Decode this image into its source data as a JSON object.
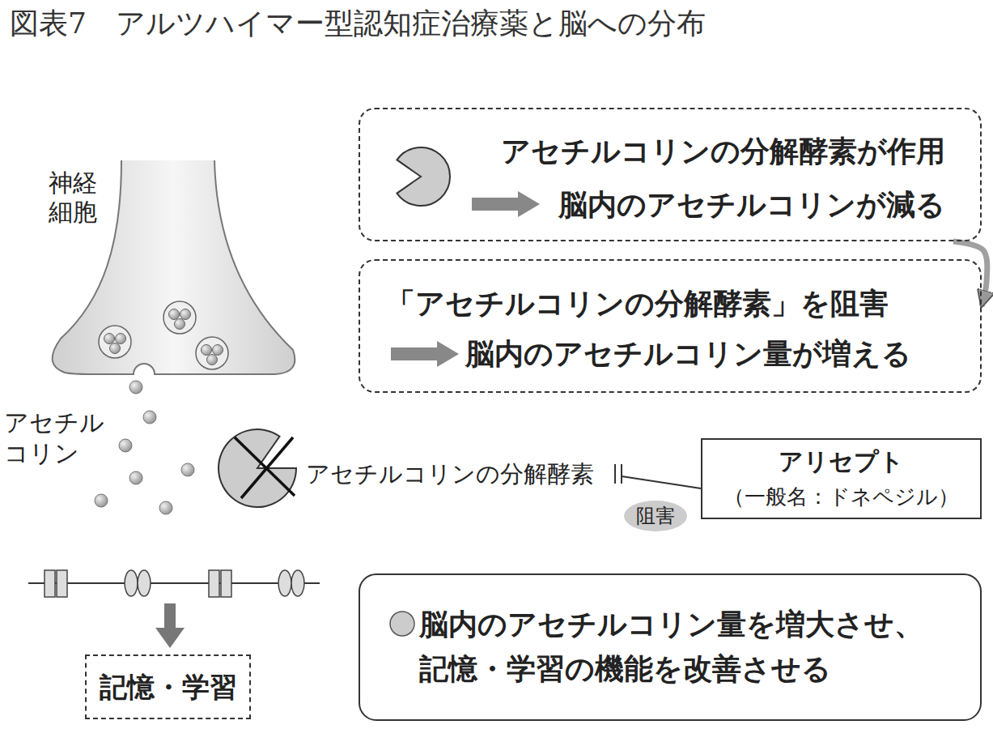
{
  "diagram": {
    "title": "図表7　アルツハイマー型認知症治療薬と脳への分布",
    "nodes": [
      {
        "text": [
          "アセチルコリンの分解酵素が作用",
          "脳内のアセチルコリンが減る"
        ]
      },
      {
        "text": [
          "「アセチルコリンの分解酵素」を阻害",
          "脳内のアセチルコリン量が増える"
        ]
      },
      {
        "text": [
          "アリセプト",
          "（一般名：ドネペジル）"
        ]
      },
      {
        "text": [
          "阻害"
        ]
      },
      {
        "text": [
          "記憶・学習"
        ]
      },
      {
        "text": [
          "脳内のアセチルコリン量を増大させ、 記憶・学習の機能を改善させる"
        ]
      }
    ],
    "edges": [
      {
        "from": 0,
        "to": 1,
        "arrow": "to"
      }
    ],
    "labels": [
      "神経 細胞",
      "アセチル コリン",
      "アセチルコリンの分解酵素"
    ]
  }
}
